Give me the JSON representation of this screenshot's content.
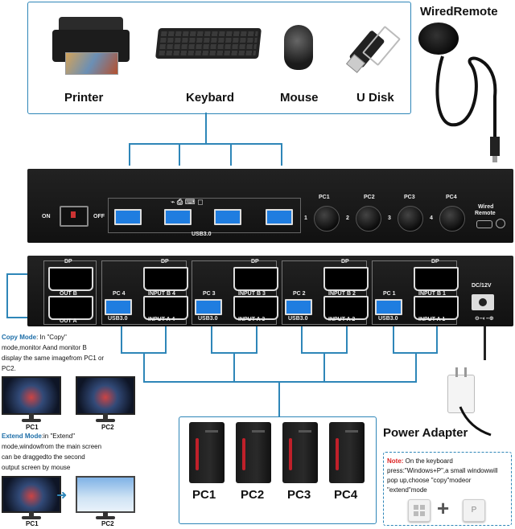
{
  "devices": {
    "printer": "Printer",
    "keyboard": "Keybard",
    "mouse": "Mouse",
    "udisk": "U Disk",
    "wired_remote": "WiredRemote"
  },
  "front_panel": {
    "on": "ON",
    "off": "OFF",
    "usb_label": "USB3.0",
    "pc1": "PC1",
    "pc2": "PC2",
    "pc3": "PC3",
    "pc4": "PC4",
    "n1": "1",
    "n2": "2",
    "n3": "3",
    "n4": "4",
    "wired_remote_line1": "Wired",
    "wired_remote_line2": "Remote"
  },
  "rear_panel": {
    "dp": "DP",
    "out_b": "OUT B",
    "out_a": "OUT A",
    "pc4": "PC 4",
    "pc3": "PC 3",
    "pc2": "PC 2",
    "pc1": "PC 1",
    "usb30": "USB3.0",
    "input_b4": "INPUT B 4",
    "input_a4": "INPUT A 4",
    "input_b3": "INPUT B 3",
    "input_a3": "INPUT A 3",
    "input_b2": "INPUT B 2",
    "input_a2": "INPUT A 2",
    "input_b1": "INPUT B 1",
    "input_a1": "INPUT A 1",
    "dc": "DC/12V"
  },
  "modes": {
    "copy_title": "Copy Mode",
    "copy_text1": ": In \"Copy\"",
    "copy_text2": "mode,monitor Aand monitor B",
    "copy_text3": "display the same imagefrom PC1 or",
    "copy_text4": "PC2.",
    "extend_title": "Extend Mode",
    "extend_text1": ":in \"Extend\"",
    "extend_text2": "mode,windowfrom the main screen",
    "extend_text3": "can be draggedto the second",
    "extend_text4": "output screen by mouse",
    "pc1": "PC1",
    "pc2": "PC2"
  },
  "pcs": [
    "PC1",
    "PC2",
    "PC3",
    "PC4"
  ],
  "power_adapter": "Power Adapter",
  "note": {
    "title": "Note:",
    "line1": " On the keyboard",
    "line2": "press:\"Windows+P\",a small windowwill",
    "line3": "pop up,choose \"copy\"modeor",
    "line4": "\"extend\"mode",
    "p_key": "P",
    "plus": "+"
  }
}
